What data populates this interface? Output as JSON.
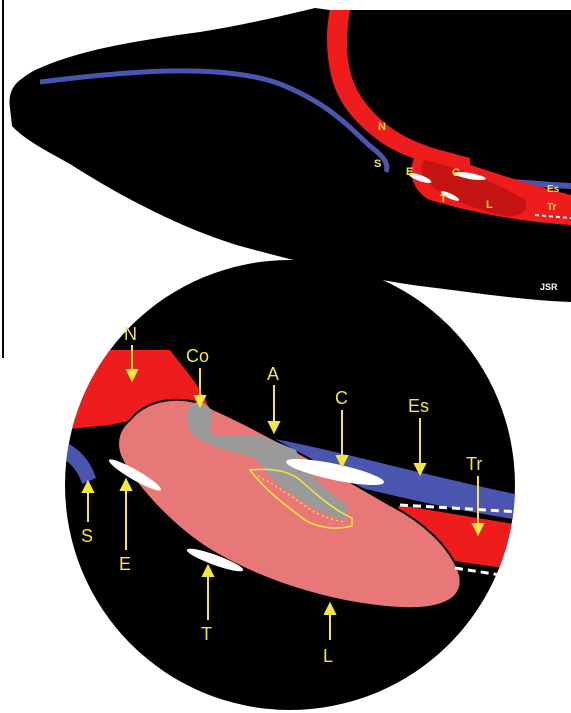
{
  "top_view": {
    "labels": {
      "N": "N",
      "S": "S",
      "E": "E",
      "C": "C",
      "T": "T",
      "L": "L",
      "Es": "Es",
      "Tr": "Tr"
    },
    "signature": "JSR"
  },
  "detail_view": {
    "labels": {
      "N": "N",
      "Co": "Co",
      "A": "A",
      "C": "C",
      "Es": "Es",
      "Tr": "Tr",
      "S": "S",
      "E": "E",
      "T": "T",
      "L": "L"
    }
  },
  "colors": {
    "background": "#000000",
    "nasal": "#ee1c1c",
    "esophagus": "#4a55b0",
    "larynx": "#e87878",
    "cartilage": "#9a9a9a",
    "label": "#f5e63c",
    "bone": "#ffffff"
  }
}
